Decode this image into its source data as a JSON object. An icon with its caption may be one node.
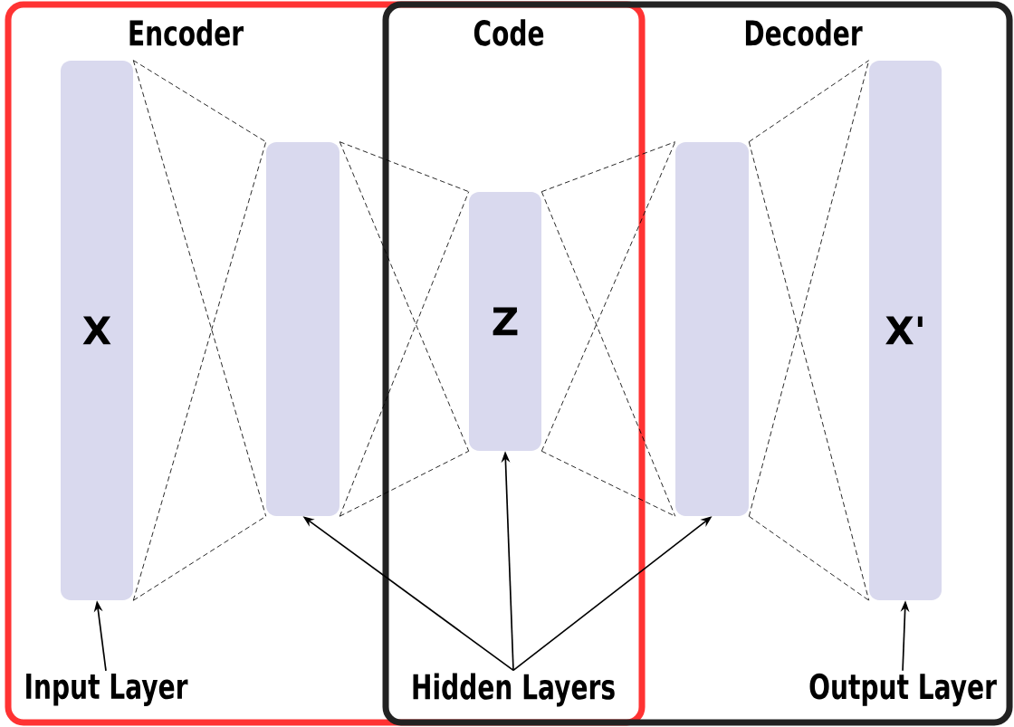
{
  "diagram": {
    "nodes": [
      {
        "text": [
          "Encoder"
        ]
      },
      {
        "text": [
          "Decoder"
        ]
      },
      {
        "text": [
          "X"
        ],
        "in": 0
      },
      {
        "text": [],
        "shape": "box",
        "in": 0
      },
      {
        "text": [
          "Z"
        ]
      },
      {
        "text": [],
        "shape": "box",
        "in": 1
      },
      {
        "text": [
          "X'"
        ],
        "in": 1
      },
      {
        "text": [
          "Input Layer"
        ],
        "in": 0
      },
      {
        "text": [
          "Hidden Layers"
        ]
      },
      {
        "text": [
          "Output Layer"
        ],
        "in": 1
      }
    ],
    "edges": [
      {
        "from": 2,
        "to": 3,
        "arrow": "none",
        "style": "dashed"
      },
      {
        "from": 2,
        "to": 3,
        "arrow": "none",
        "style": "dashed"
      },
      {
        "from": 2,
        "to": 3,
        "arrow": "none",
        "style": "dashed"
      },
      {
        "from": 2,
        "to": 3,
        "arrow": "none",
        "style": "dashed"
      },
      {
        "from": 3,
        "to": 4,
        "arrow": "none",
        "style": "dashed"
      },
      {
        "from": 3,
        "to": 4,
        "arrow": "none",
        "style": "dashed"
      },
      {
        "from": 3,
        "to": 4,
        "arrow": "none",
        "style": "dashed"
      },
      {
        "from": 3,
        "to": 4,
        "arrow": "none",
        "style": "dashed"
      },
      {
        "from": 4,
        "to": 5,
        "arrow": "none",
        "style": "dashed"
      },
      {
        "from": 4,
        "to": 5,
        "arrow": "none",
        "style": "dashed"
      },
      {
        "from": 4,
        "to": 5,
        "arrow": "none",
        "style": "dashed"
      },
      {
        "from": 4,
        "to": 5,
        "arrow": "none",
        "style": "dashed"
      },
      {
        "from": 5,
        "to": 6,
        "arrow": "none",
        "style": "dashed"
      },
      {
        "from": 5,
        "to": 6,
        "arrow": "none",
        "style": "dashed"
      },
      {
        "from": 5,
        "to": 6,
        "arrow": "none",
        "style": "dashed"
      },
      {
        "from": 5,
        "to": 6,
        "arrow": "none",
        "style": "dashed"
      },
      {
        "from": 7,
        "to": 2,
        "arrow": "to"
      },
      {
        "from": 8,
        "to": 3,
        "arrow": "to"
      },
      {
        "from": 8,
        "to": 4,
        "arrow": "to"
      },
      {
        "from": 8,
        "to": 5,
        "arrow": "to"
      },
      {
        "from": 9,
        "to": 6,
        "arrow": "to"
      }
    ],
    "labels": [
      "Code"
    ]
  }
}
